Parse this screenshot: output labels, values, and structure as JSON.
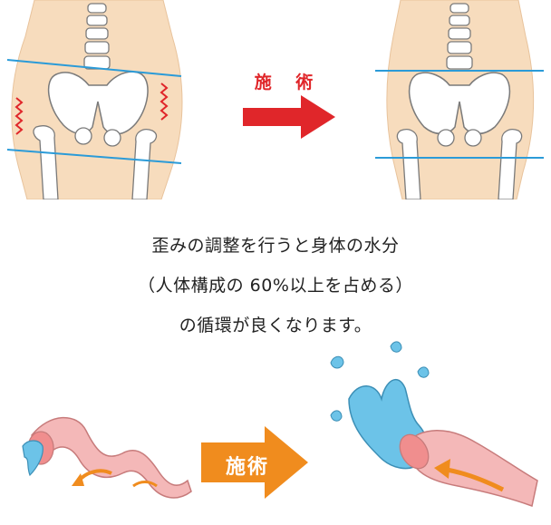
{
  "top_arrow_label": "施 術",
  "bottom_arrow_label": "施術",
  "caption": {
    "line1": "歪みの調整を行うと身体の水分",
    "line2": "（人体構成の 60%以上を占める）",
    "line3": "の循環が良くなります。"
  },
  "colors": {
    "skin": "#f7dcbd",
    "bone": "#ffffff",
    "bone_outline": "#7a7a7a",
    "level_line": "#2b9bd8",
    "distortion_marks": "#e0262a",
    "arrow_red": "#e0262a",
    "arrow_orange": "#f08c1e",
    "vessel": "#f4b8b8",
    "water": "#6cc3e8",
    "flow_arrow": "#f08c1e"
  }
}
